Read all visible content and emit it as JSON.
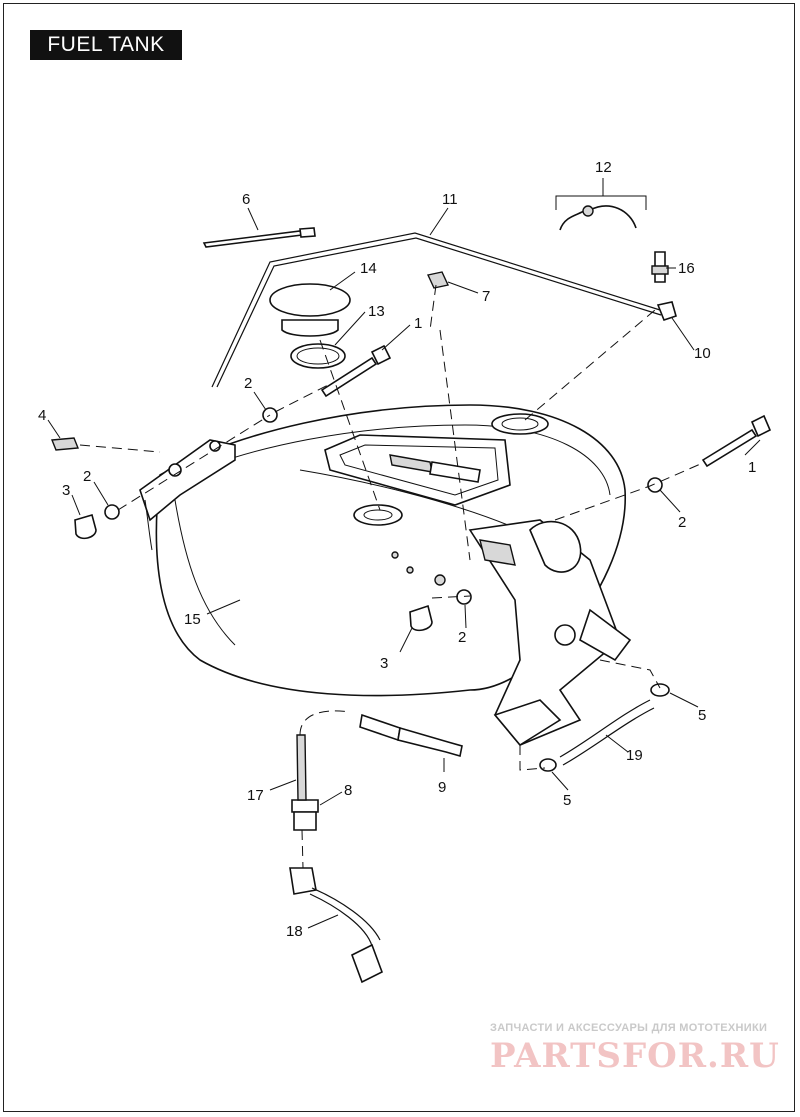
{
  "title": "FUEL TANK",
  "callouts": {
    "c1a": "1",
    "c1b": "1",
    "c2a": "2",
    "c2b": "2",
    "c2c": "2",
    "c2d": "2",
    "c3a": "3",
    "c3b": "3",
    "c4": "4",
    "c5a": "5",
    "c5b": "5",
    "c6": "6",
    "c7": "7",
    "c8": "8",
    "c9": "9",
    "c10": "10",
    "c11": "11",
    "c12": "12",
    "c13": "13",
    "c14": "14",
    "c15": "15",
    "c16": "16",
    "c17": "17",
    "c18": "18",
    "c19": "19"
  },
  "watermark": {
    "tagline": "ЗАПЧАСТИ И АКСЕССУАРЫ ДЛЯ МОТОТЕХНИКИ",
    "brand": "PARTSFOR.RU"
  }
}
